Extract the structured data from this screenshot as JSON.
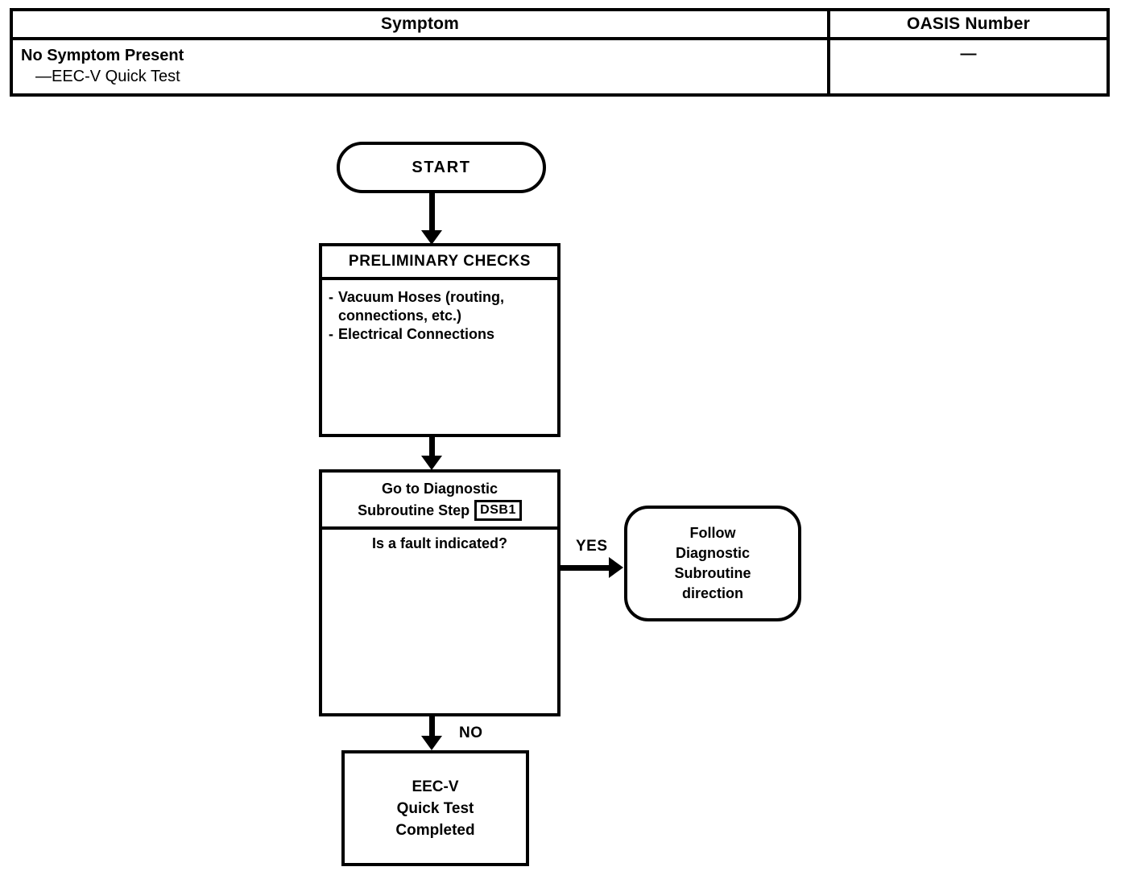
{
  "table": {
    "headers": [
      "Symptom",
      "OASIS Number"
    ],
    "rows": [
      {
        "symptom_title": "No Symptom Present",
        "symptom_sub": "—EEC-V Quick Test",
        "oasis": "—"
      }
    ]
  },
  "flowchart": {
    "start": {
      "label": "START"
    },
    "preliminary": {
      "title": "PRELIMINARY CHECKS",
      "items": [
        {
          "dash": "-",
          "text": "Vacuum Hoses (routing, connections, etc.)"
        },
        {
          "dash": "-",
          "text": "Electrical Connections"
        }
      ]
    },
    "decision": {
      "line1": "Go to Diagnostic",
      "line2_prefix": "Subroutine Step",
      "step_chip": "DSB1",
      "question": "Is a fault indicated?"
    },
    "branches": {
      "yes": "YES",
      "no": "NO"
    },
    "follow": {
      "line1": "Follow",
      "line2": "Diagnostic",
      "line3": "Subroutine",
      "line4": "direction"
    },
    "done": {
      "line1": "EEC-V",
      "line2": "Quick Test",
      "line3": "Completed"
    }
  },
  "colors": {
    "ink": "#000000",
    "paper": "#ffffff"
  }
}
